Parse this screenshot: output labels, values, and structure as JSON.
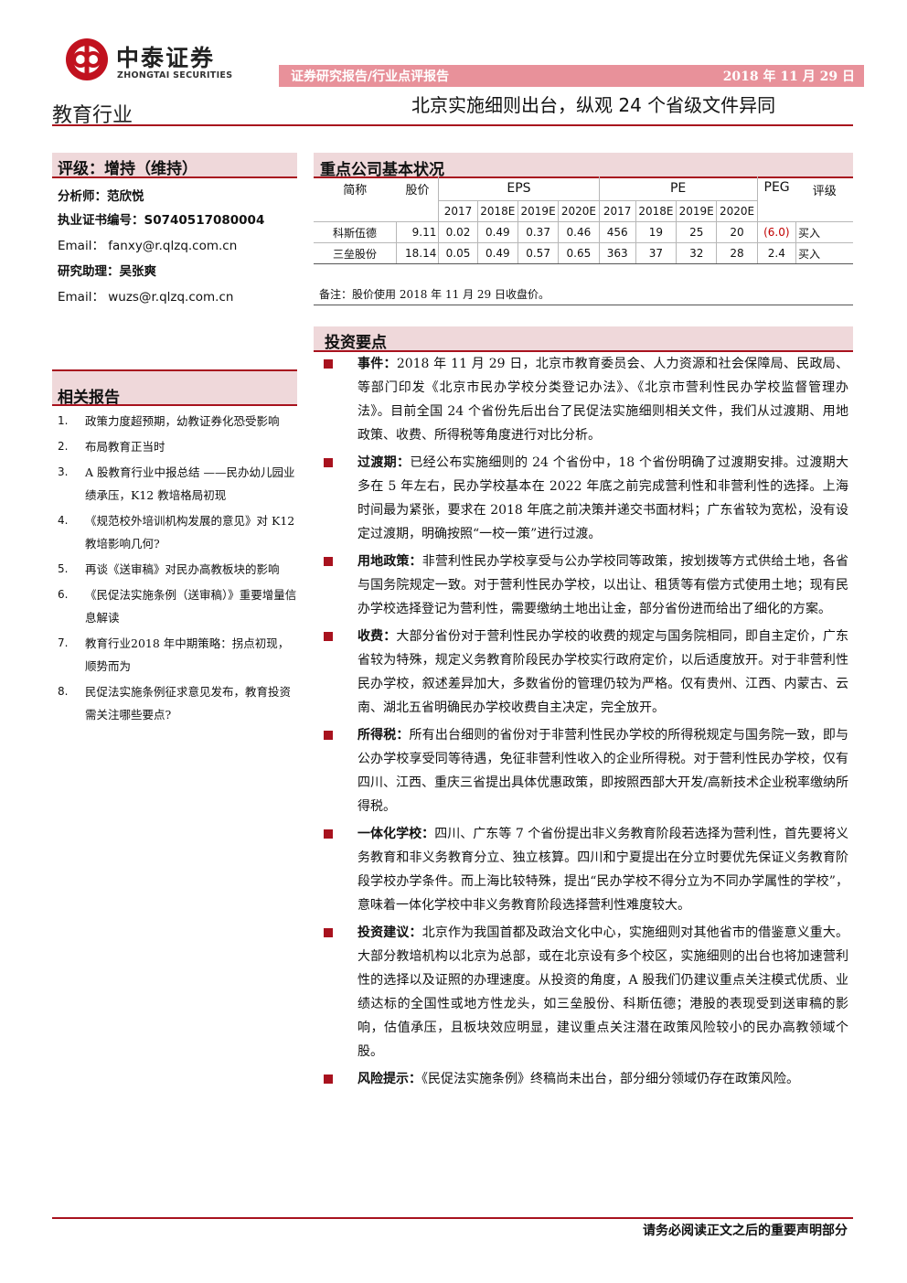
{
  "header": {
    "logo_cn": "中泰证券",
    "logo_en": "ZHONGTAI SECURITIES",
    "report_type": "证券研究报告/行业点评报告",
    "date": "2018 年 11 月 29 日",
    "industry": "教育行业",
    "title": "北京实施细则出台，纵观 24 个省级文件异同"
  },
  "rating": {
    "label": "评级：",
    "value": "增持（维持）"
  },
  "analyst": {
    "label": "分析师：",
    "name": "范欣悦",
    "cert_label": "执业证书编号：",
    "cert_no": "S0740517080004",
    "email_line": "Email：  fanxy@r.qlzq.com.cn"
  },
  "assistant": {
    "label": "研究助理：",
    "name": "吴张爽",
    "email_line": "Email：  wuzs@r.qlzq.com.cn"
  },
  "related": {
    "heading": "相关报告",
    "items": [
      {
        "num": "1.",
        "text": "政策力度超预期，幼教证券化恐受影响"
      },
      {
        "num": "2.",
        "text": "布局教育正当时"
      },
      {
        "num": "3.",
        "text": "A 股教育行业中报总结 ——民办幼儿园业绩承压，K12 教培格局初现"
      },
      {
        "num": "4.",
        "text": "《规范校外培训机构发展的意见》对 K12 教培影响几何?"
      },
      {
        "num": "5.",
        "text": "再谈《送审稿》对民办高教板块的影响"
      },
      {
        "num": "6.",
        "text": "《民促法实施条例（送审稿）》重要增量信息解读"
      },
      {
        "num": "7.",
        "text": "教育行业2018 年中期策略：拐点初现，顺势而为"
      },
      {
        "num": "8.",
        "text": "民促法实施条例征求意见发布，教育投资需关注哪些要点?"
      }
    ]
  },
  "companies": {
    "heading": "重点公司基本状况",
    "col_name": "简称",
    "col_price": "股价",
    "col_eps": "EPS",
    "col_pe": "PE",
    "col_peg": "PEG",
    "col_rating": "评级",
    "years": [
      "2017",
      "2018E",
      "2019E",
      "2020E"
    ],
    "rows": [
      {
        "name": "科斯伍德",
        "price": "9.11",
        "eps": [
          "0.02",
          "0.49",
          "0.37",
          "0.46"
        ],
        "pe": [
          "456",
          "19",
          "25",
          "20"
        ],
        "peg": "(6.0)",
        "rating": "买入"
      },
      {
        "name": "三垒股份",
        "price": "18.14",
        "eps": [
          "0.05",
          "0.49",
          "0.57",
          "0.65"
        ],
        "pe": [
          "363",
          "37",
          "32",
          "28"
        ],
        "peg": "2.4",
        "rating": "买入"
      }
    ],
    "note": "备注：股价使用 2018 年 11 月 29 日收盘价。"
  },
  "points": {
    "heading": "投资要点",
    "items": [
      {
        "key": "事件：",
        "text": "2018 年 11 月 29 日，北京市教育委员会、人力资源和社会保障局、民政局、等部门印发《北京市民办学校分类登记办法》、《北京市营利性民办学校监督管理办法》。目前全国 24 个省份先后出台了民促法实施细则相关文件，我们从过渡期、用地政策、收费、所得税等角度进行对比分析。"
      },
      {
        "key": "过渡期：",
        "text": "已经公布实施细则的 24 个省份中，18 个省份明确了过渡期安排。过渡期大多在 5 年左右，民办学校基本在 2022 年底之前完成营利性和非营利性的选择。上海时间最为紧张，要求在 2018 年底之前决策并递交书面材料；广东省较为宽松，没有设定过渡期，明确按照“一校一策”进行过渡。"
      },
      {
        "key": "用地政策：",
        "text": "非营利性民办学校享受与公办学校同等政策，按划拨等方式供给土地，各省与国务院规定一致。对于营利性民办学校，以出让、租赁等有偿方式使用土地；现有民办学校选择登记为营利性，需要缴纳土地出让金，部分省份进而给出了细化的方案。"
      },
      {
        "key": "收费：",
        "text": "大部分省份对于营利性民办学校的收费的规定与国务院相同，即自主定价，广东省较为特殊，规定义务教育阶段民办学校实行政府定价，以后适度放开。对于非营利性民办学校，叙述差异加大，多数省份的管理仍较为严格。仅有贵州、江西、内蒙古、云南、湖北五省明确民办学校收费自主决定，完全放开。"
      },
      {
        "key": "所得税：",
        "text": "所有出台细则的省份对于非营利性民办学校的所得税规定与国务院一致，即与公办学校享受同等待遇，免征非营利性收入的企业所得税。对于营利性民办学校，仅有四川、江西、重庆三省提出具体优惠政策，即按照西部大开发/高新技术企业税率缴纳所得税。"
      },
      {
        "key": "一体化学校：",
        "text": "四川、广东等 7 个省份提出非义务教育阶段若选择为营利性，首先要将义务教育和非义务教育分立、独立核算。四川和宁夏提出在分立时要优先保证义务教育阶段学校办学条件。而上海比较特殊，提出“民办学校不得分立为不同办学属性的学校”，意味着一体化学校中非义务教育阶段选择营利性难度较大。"
      },
      {
        "key": "投资建议：",
        "text": "北京作为我国首都及政治文化中心，实施细则对其他省市的借鉴意义重大。大部分教培机构以北京为总部，或在北京设有多个校区，实施细则的出台也将加速营利性的选择以及证照的办理速度。从投资的角度，A 股我们仍建议重点关注模式优质、业绩达标的全国性或地方性龙头，如三垒股份、科斯伍德；港股的表现受到送审稿的影响，估值承压，且板块效应明显，建议重点关注潜在政策风险较小的民办高教领域个股。"
      },
      {
        "key": "风险提示：",
        "text": "《民促法实施条例》终稿尚未出台，部分细分领域仍存在政策风险。"
      }
    ]
  },
  "footer": {
    "text": "请务必阅读正文之后的重要声明部分"
  },
  "colors": {
    "accent": "#a8121e",
    "header_bar": "#e8919a",
    "section_bg": "#efd8da"
  }
}
